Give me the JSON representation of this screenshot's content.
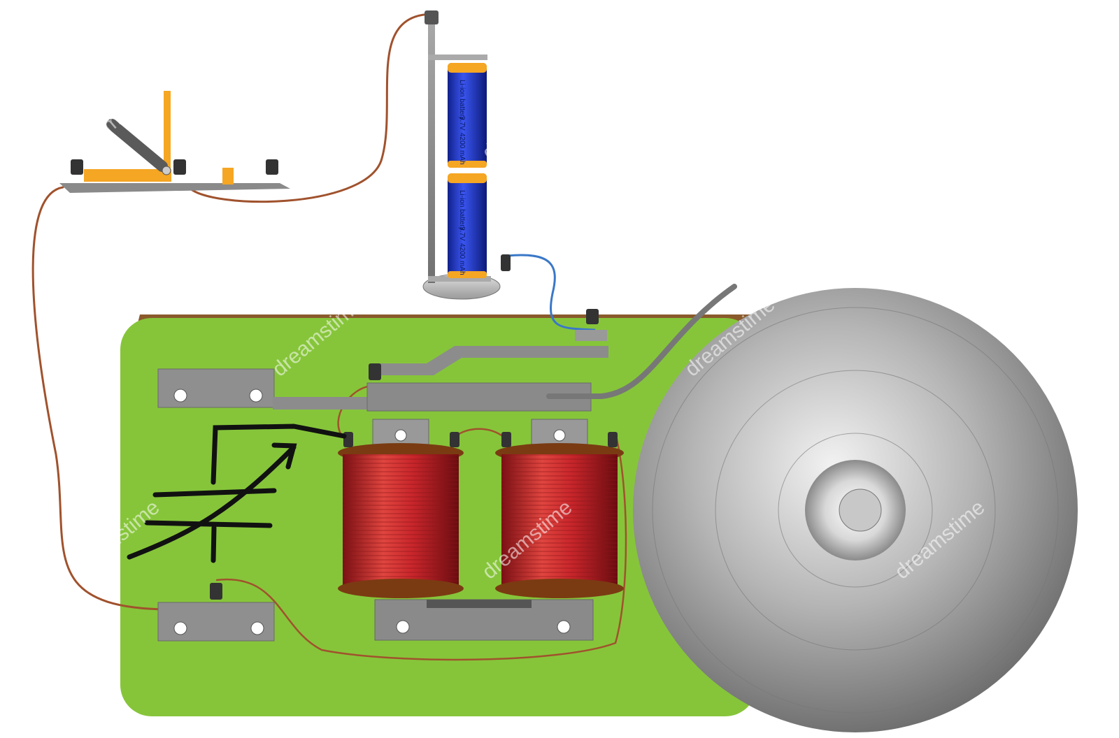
{
  "colors": {
    "board": "#86c53a",
    "board_edge": "#8a5a2b",
    "wire": "#a0522d",
    "wire_blue": "#3a78c8",
    "coil": "#c8262b",
    "metal": "#8c8c8c",
    "bell": "#9a9a9a",
    "switch_brass": "#f5a623",
    "battery_body": "#2a3fd6",
    "battery_cap": "#f5a623"
  },
  "battery": {
    "cells": [
      {
        "label_line1": "Li-ion battery",
        "label_line2": "3.7V",
        "label_line3": "4200 mAh"
      },
      {
        "label_line1": "Li-ion battery",
        "label_line2": "3.7V",
        "label_line3": "4200 mAh"
      }
    ]
  },
  "watermark": {
    "text": "dreamstime"
  }
}
